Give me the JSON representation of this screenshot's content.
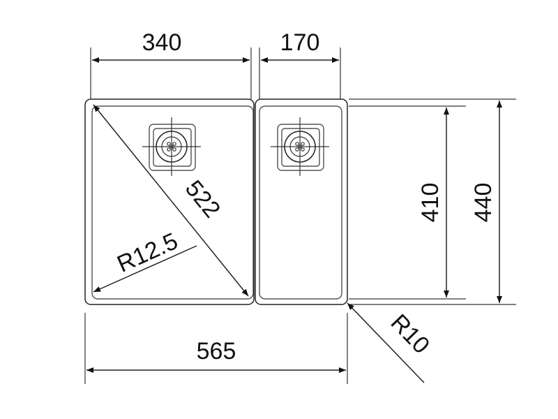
{
  "dimensions": {
    "left_bowl_width": "340",
    "right_bowl_width": "170",
    "total_width": "565",
    "inner_height": "410",
    "outer_height": "440",
    "diagonal": "522",
    "inner_radius": "R12.5",
    "corner_radius": "R10"
  }
}
